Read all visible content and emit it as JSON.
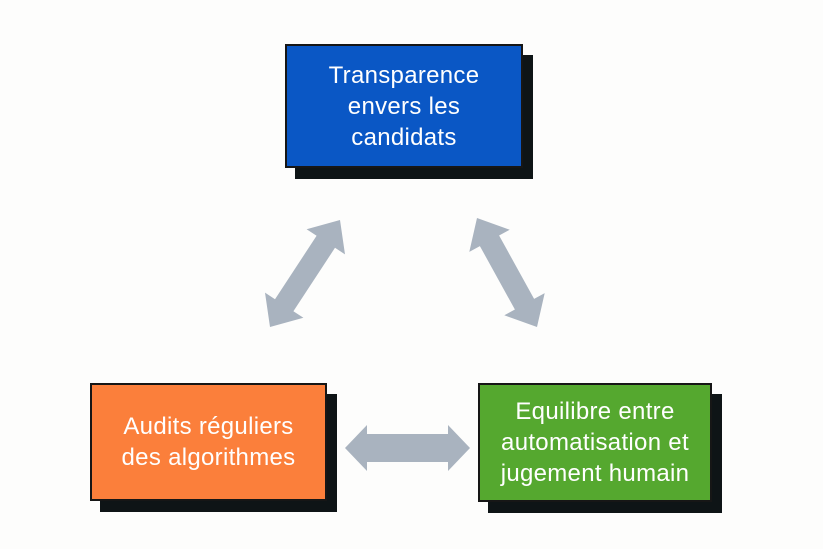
{
  "diagram": {
    "nodes": [
      {
        "id": "transparence",
        "label": "Transparence\nenvers les\ncandidats",
        "color": "#0A57C5"
      },
      {
        "id": "audits",
        "label": "Audits réguliers\ndes algorithmes",
        "color": "#FB7F3B"
      },
      {
        "id": "equilibre",
        "label": "Equilibre entre\nautomatisation et\njugement humain",
        "color": "#55A82F"
      }
    ],
    "connections": [
      {
        "from": "transparence",
        "to": "audits",
        "type": "double-arrow"
      },
      {
        "from": "transparence",
        "to": "equilibre",
        "type": "double-arrow"
      },
      {
        "from": "audits",
        "to": "equilibre",
        "type": "double-arrow"
      }
    ],
    "colors": {
      "arrow": "#A9B3BF",
      "shadow": "#0E1416",
      "border": "#161616",
      "text": "#FFFFFF",
      "background": "#FDFDFC",
      "node_blue": "#0A57C5",
      "node_orange": "#FB7F3B",
      "node_green": "#55A82F"
    }
  }
}
